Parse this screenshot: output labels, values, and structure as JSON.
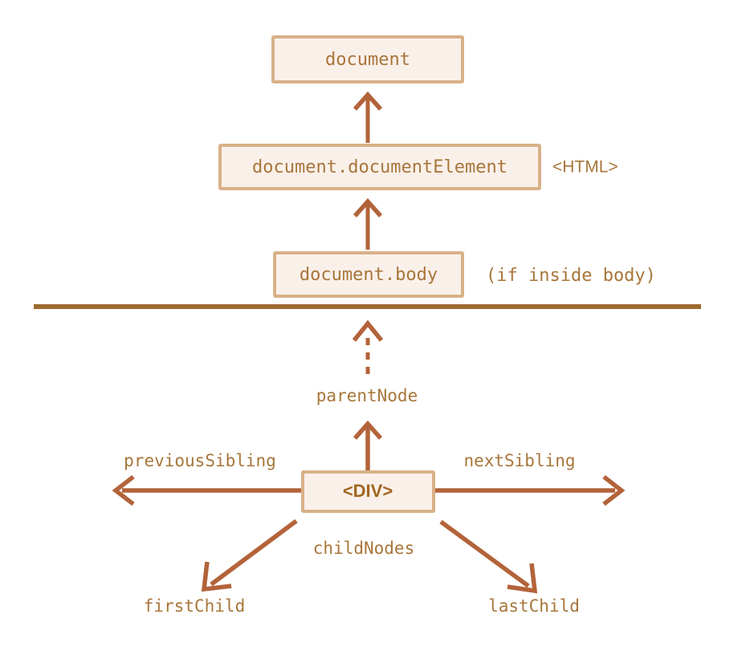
{
  "diagram": {
    "title_text": "",
    "colors": {
      "box_fill": "#faf0ea",
      "box_border": "#d8b188",
      "box_text": "#a8763a",
      "arrow": "#b3633a",
      "divider": "#9c6b2f",
      "div_text": "#a0661f",
      "background": "#ffffff"
    },
    "upper_section": {
      "nodes": [
        {
          "id": "document",
          "label": "document"
        },
        {
          "id": "document-element",
          "label": "document.documentElement",
          "side_note": "<HTML>"
        },
        {
          "id": "document-body",
          "label": "document.body",
          "side_note": "(if inside body)"
        }
      ],
      "arrows": [
        {
          "id": "body-to-element",
          "style": "solid",
          "direction": "up"
        },
        {
          "id": "element-to-document",
          "style": "solid",
          "direction": "up"
        }
      ]
    },
    "divider": {
      "id": "section-divider",
      "style": "solid"
    },
    "lower_section": {
      "center_node": {
        "id": "div",
        "label": "<DIV>"
      },
      "relations": [
        {
          "id": "parent-node",
          "label": "parentNode",
          "direction": "up",
          "style": "dashed"
        },
        {
          "id": "previous-sibling",
          "label": "previousSibling",
          "direction": "left",
          "style": "solid"
        },
        {
          "id": "next-sibling",
          "label": "nextSibling",
          "direction": "right",
          "style": "solid"
        },
        {
          "id": "child-nodes",
          "label": "childNodes",
          "direction": "down",
          "style": "label-only"
        },
        {
          "id": "first-child",
          "label": "firstChild",
          "direction": "down-left",
          "style": "solid"
        },
        {
          "id": "last-child",
          "label": "lastChild",
          "direction": "down-right",
          "style": "solid"
        }
      ]
    }
  }
}
